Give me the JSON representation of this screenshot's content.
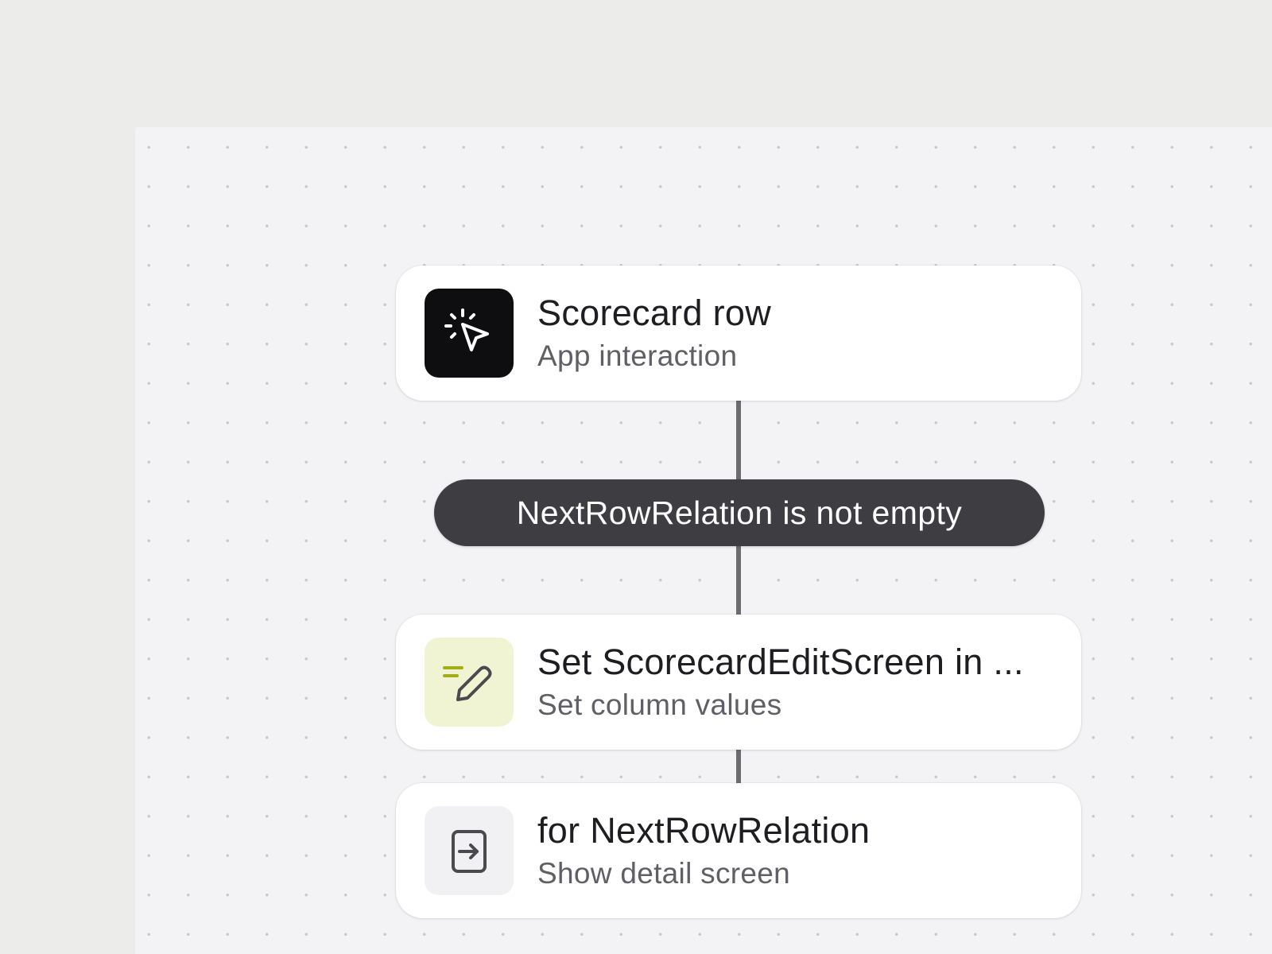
{
  "nodes": [
    {
      "title": "Scorecard row",
      "subtitle": "App interaction",
      "icon": "cursor-click-icon",
      "icon_bg": "#0e0e10"
    },
    {
      "title": "Set ScorecardEditScreen in ...",
      "subtitle": "Set column values",
      "icon": "edit-columns-icon",
      "icon_bg": "#f1f4d2"
    },
    {
      "title": "for NextRowRelation",
      "subtitle": "Show detail screen",
      "icon": "show-detail-icon",
      "icon_bg": "#f1f1f3"
    }
  ],
  "condition": {
    "label": "NextRowRelation is not empty",
    "bg": "#3e3e42"
  },
  "colors": {
    "canvas_bg": "#f3f2f4",
    "connector": "#6b6b70",
    "accent_lime": "#a3ad18"
  }
}
